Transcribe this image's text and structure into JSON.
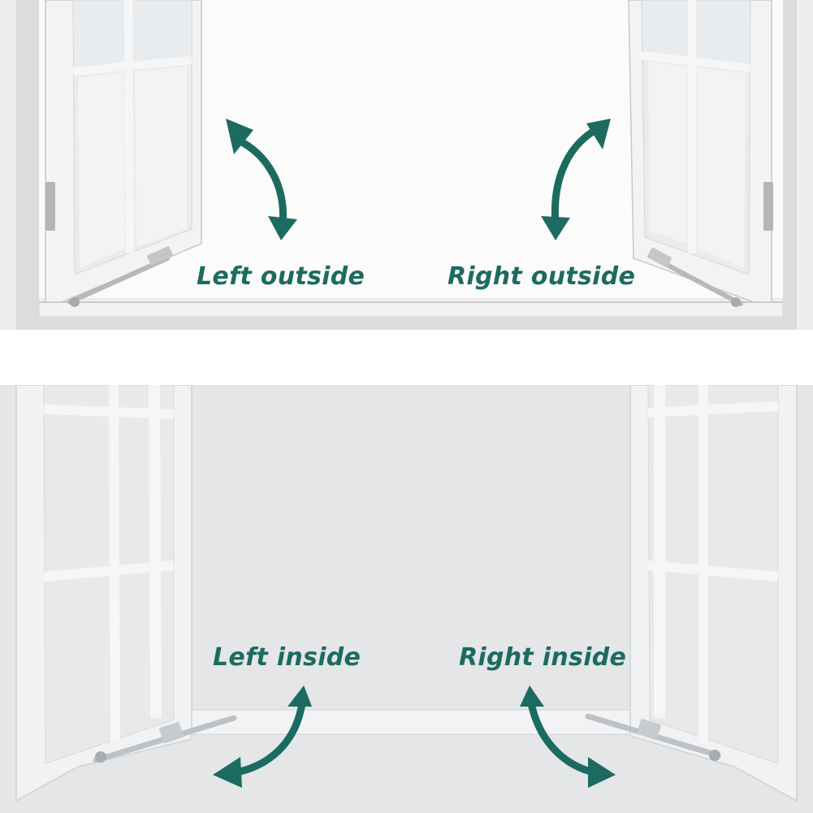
{
  "panels": [
    {
      "id": "outside",
      "labels": {
        "left": "Left outside",
        "right": "Right outside"
      }
    },
    {
      "id": "inside",
      "labels": {
        "left": "Left inside",
        "right": "Right inside"
      }
    }
  ],
  "colors": {
    "accent": "#1c6b60",
    "frame": "#f4f4f4",
    "frame_shadow": "#cfcfcf",
    "wall_bottom": "#e4e6e8"
  },
  "icons": [
    "curved-double-arrow-icon",
    "window-stay-hardware-icon"
  ]
}
